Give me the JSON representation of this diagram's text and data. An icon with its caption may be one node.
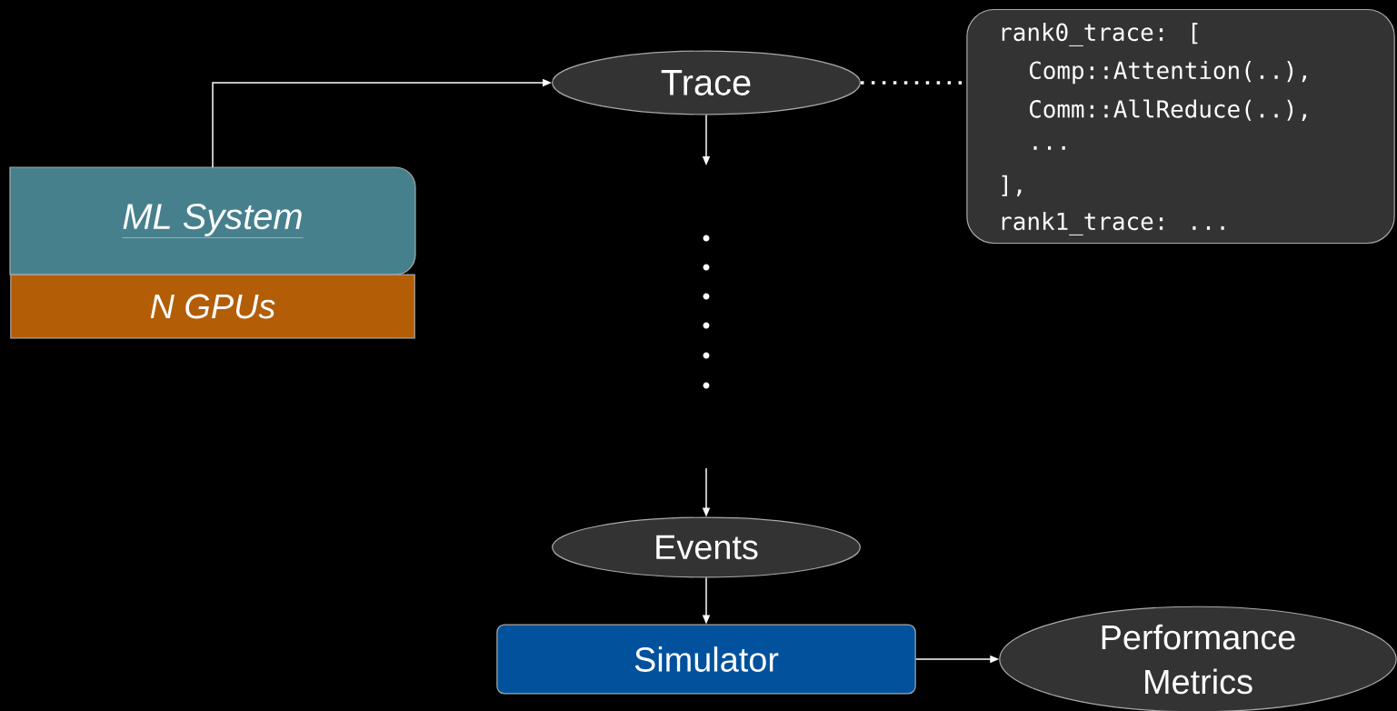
{
  "diagram": {
    "nodes": [
      {
        "text": [
          "ML System"
        ]
      },
      {
        "text": [
          "N GPUs"
        ]
      },
      {
        "text": [
          "Trace"
        ]
      },
      {
        "text": [
          "rank0_trace: [",
          "Comp::Attention(..),",
          "Comm::AllReduce(..),",
          "...",
          "],",
          "rank1_trace: ..."
        ]
      },
      {
        "text": [
          "Events"
        ]
      },
      {
        "text": [
          "Simulator"
        ]
      },
      {
        "text": [
          "Performance Metrics"
        ]
      }
    ],
    "edges": [
      {
        "from": 0,
        "to": 2,
        "arrow": "to"
      },
      {
        "from": 2,
        "to": 3,
        "arrow": "none",
        "style": "dashed"
      },
      {
        "from": 2,
        "to": null,
        "arrow": "to"
      },
      {
        "from": null,
        "to": 4,
        "arrow": "to"
      },
      {
        "from": 4,
        "to": 5,
        "arrow": "to"
      },
      {
        "from": 5,
        "to": 6,
        "arrow": "to"
      }
    ]
  }
}
